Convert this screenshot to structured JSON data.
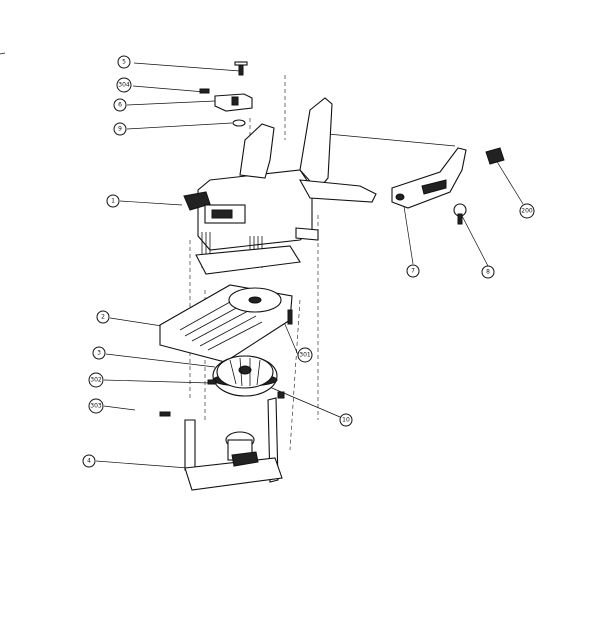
{
  "callouts": [
    {
      "id": "c-5",
      "label": "5"
    },
    {
      "id": "c-304",
      "label": "304"
    },
    {
      "id": "c-6",
      "label": "6"
    },
    {
      "id": "c-9",
      "label": "9"
    },
    {
      "id": "c-1",
      "label": "1"
    },
    {
      "id": "c-2",
      "label": "2"
    },
    {
      "id": "c-3",
      "label": "3"
    },
    {
      "id": "c-302",
      "label": "302"
    },
    {
      "id": "c-303",
      "label": "303"
    },
    {
      "id": "c-4",
      "label": "4"
    },
    {
      "id": "c-301",
      "label": "301"
    },
    {
      "id": "c-10",
      "label": "10"
    },
    {
      "id": "c-7",
      "label": "7"
    },
    {
      "id": "c-8",
      "label": "8"
    },
    {
      "id": "c-200",
      "label": "200"
    }
  ]
}
